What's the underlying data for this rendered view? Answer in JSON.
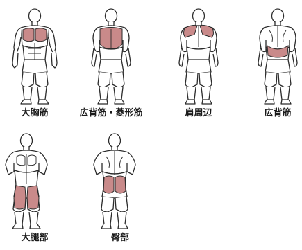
{
  "figures": [
    {
      "label": "大胸筋",
      "view": "front",
      "highlight": "chest"
    },
    {
      "label": "広背筋・菱形筋",
      "view": "back",
      "highlight": "upper-back"
    },
    {
      "label": "肩周辺",
      "view": "back",
      "highlight": "shoulders"
    },
    {
      "label": "広背筋",
      "view": "back",
      "highlight": "lower-back"
    },
    {
      "label": "大腿部",
      "view": "front",
      "highlight": "thighs"
    },
    {
      "label": "臀部",
      "view": "back",
      "highlight": "glutes"
    }
  ],
  "colors": {
    "highlight": "#c98a8a",
    "outline": "#2b2b2b",
    "body": "#ffffff"
  }
}
